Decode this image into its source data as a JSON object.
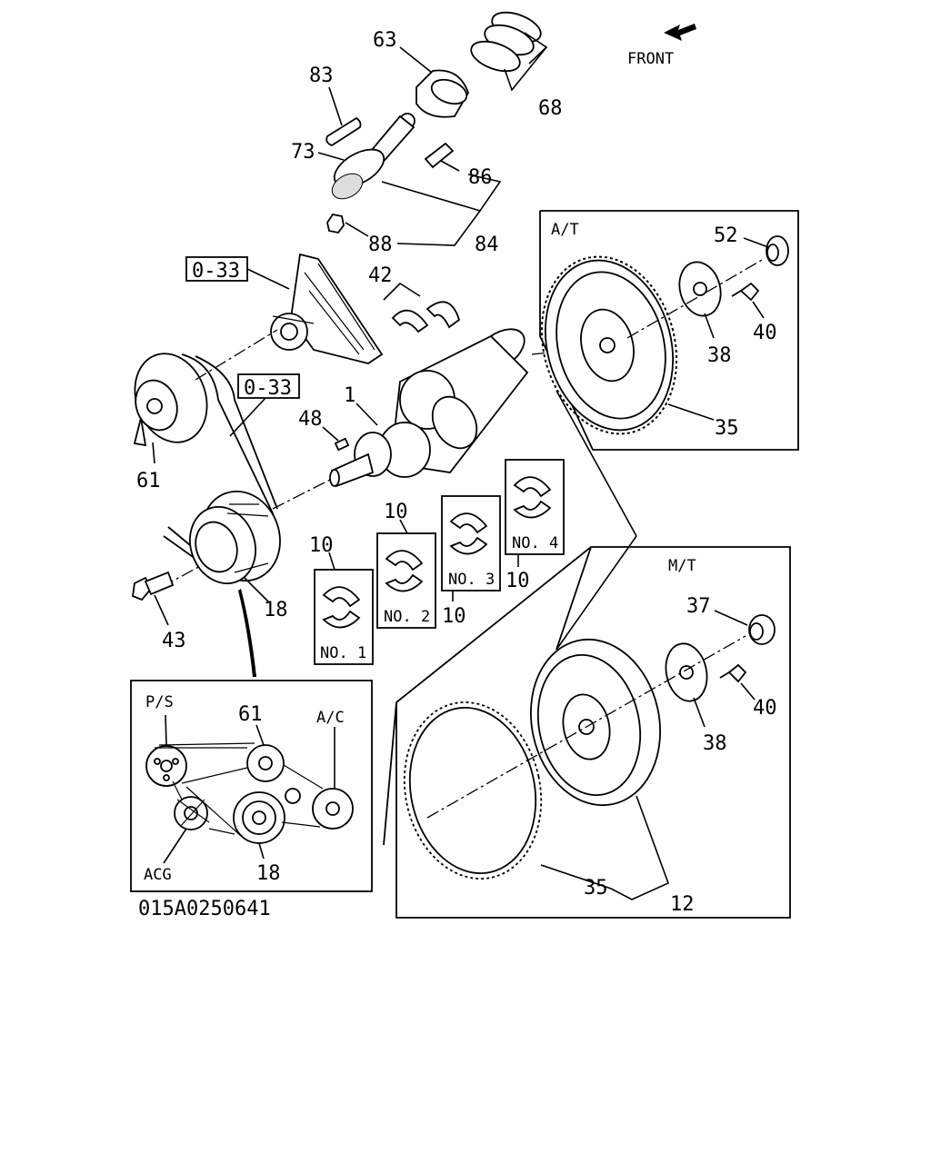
{
  "direction_label": "FRONT",
  "figure_code": "015A0250641",
  "ref_codes": [
    "0-33",
    "0-33"
  ],
  "callouts": {
    "piston": "63",
    "piston_rings": "68",
    "piston_pin": "83",
    "connecting_rod": "73",
    "rod_bolt": "86",
    "rod_assy": "84",
    "rod_nut": "88",
    "thrust_washer": "42",
    "crankshaft": "1",
    "key": "48",
    "idler_pulley": "61",
    "damper_pulley": "18",
    "pulley_bolt": "43",
    "bearing_no1": "10",
    "bearing_no2": "10",
    "bearing_no3": "10",
    "bearing_no4": "10"
  },
  "bearing_labels": [
    "NO. 1",
    "NO. 2",
    "NO. 3",
    "NO. 4"
  ],
  "at_panel": {
    "title": "A/T",
    "pilot_bearing": "52",
    "bolt": "40",
    "plate": "38",
    "flywheel": "35"
  },
  "mt_panel": {
    "title": "M/T",
    "pilot_bearing": "37",
    "bolt": "40",
    "plate": "38",
    "ring_gear": "35",
    "flywheel_assy": "12"
  },
  "belt_panel": {
    "ps_label": "P/S",
    "idler_label": "61",
    "ac_label": "A/C",
    "acg_label": "ACG",
    "damper_label": "18"
  }
}
